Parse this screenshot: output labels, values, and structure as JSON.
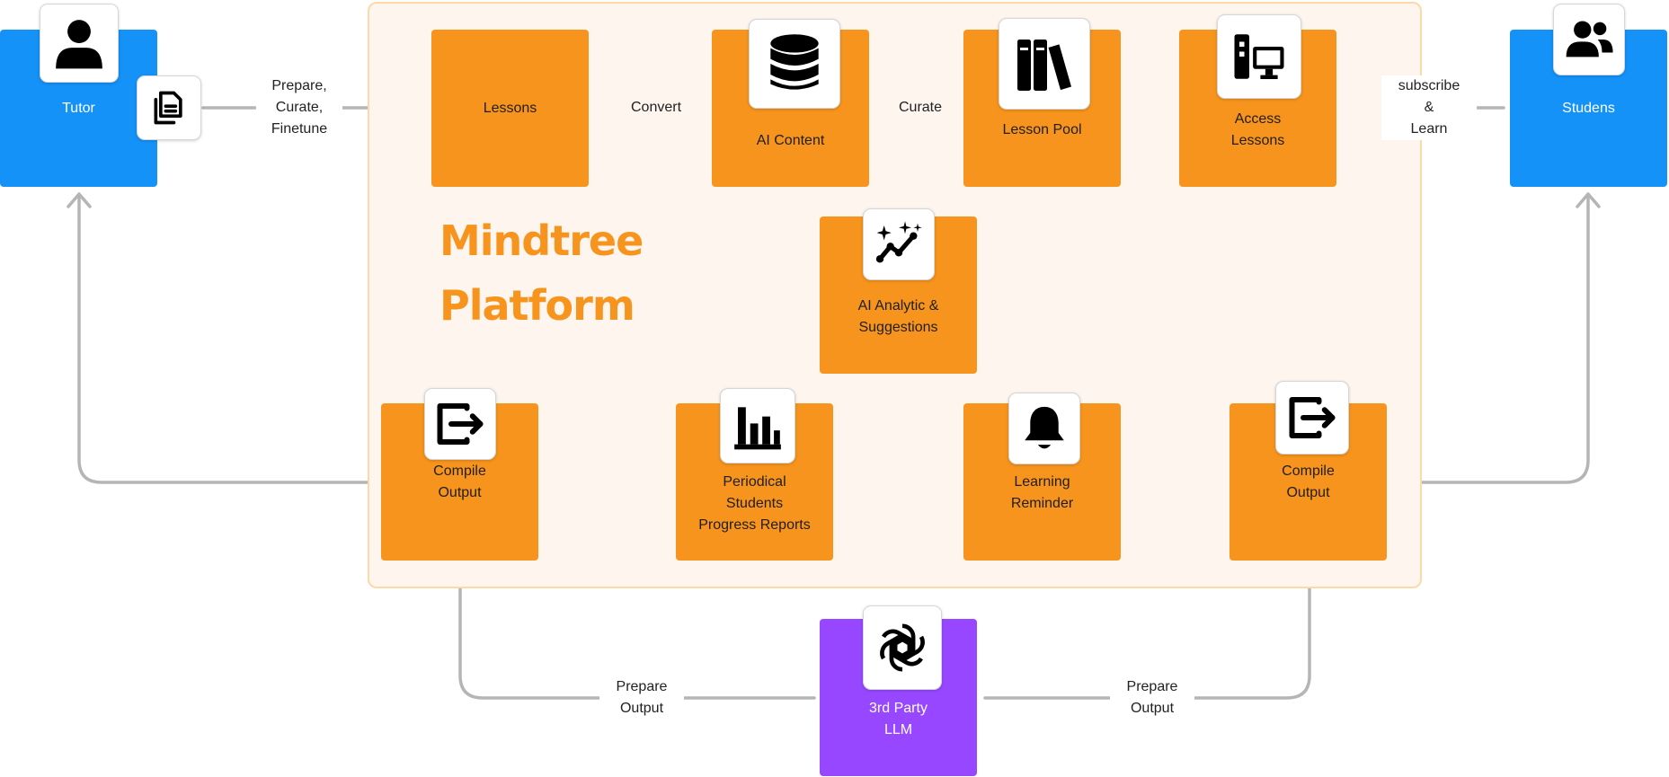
{
  "platform": {
    "title": "Mindtree Platform",
    "colors": {
      "fill": "#fdf5ee",
      "border": "#fcd9a8",
      "title": "#f7941d"
    }
  },
  "colors": {
    "orange": "#f7941d",
    "blue": "#1492f7",
    "purple": "#9747ff",
    "wire": "#b5b5b5"
  },
  "nodes": {
    "tutor": {
      "label": "Tutor",
      "icon": "user-icon"
    },
    "students": {
      "label": "Studens",
      "icon": "users-icon"
    },
    "lessons": {
      "label": "Lessons"
    },
    "ai_content": {
      "label": "AI Content",
      "icon": "database-icon"
    },
    "lesson_pool": {
      "label": "Lesson Pool",
      "icon": "books-icon"
    },
    "access_lessons": {
      "label": "Access\nLessons",
      "icon": "desktop-computer-icon"
    },
    "ai_analytic": {
      "label": "AI Analytic &\nSuggestions",
      "icon": "sparkle-trend-icon"
    },
    "compile_left": {
      "label": "Compile\nOutput",
      "icon": "export-icon"
    },
    "progress_reports": {
      "label": "Periodical\nStudents\nProgress Reports",
      "icon": "bar-chart-icon"
    },
    "learning_reminder": {
      "label": "Learning\nReminder",
      "icon": "bell-icon"
    },
    "compile_right": {
      "label": "Compile\nOutput",
      "icon": "export-icon"
    },
    "llm": {
      "label": "3rd Party\nLLM",
      "icon": "openai-logo-icon"
    },
    "documents": {
      "icon": "documents-icon"
    }
  },
  "edges": {
    "prepare_curate": "Prepare,\nCurate,\nFinetune",
    "convert": "Convert",
    "curate": "Curate",
    "subscribe_learn": "subscribe\n&\nLearn",
    "prepare_output_left": "Prepare\nOutput",
    "prepare_output_right": "Prepare\nOutput"
  }
}
